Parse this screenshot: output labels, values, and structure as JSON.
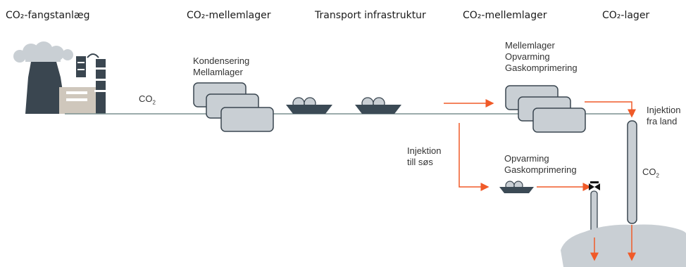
{
  "headers": [
    {
      "key": "capture",
      "text": "CO₂-fangstanlæg"
    },
    {
      "key": "interim1",
      "text": "CO₂-mellemlager"
    },
    {
      "key": "transport",
      "text": "Transport infrastruktur"
    },
    {
      "key": "interim2",
      "text": "CO₂-mellemlager"
    },
    {
      "key": "storage",
      "text": "CO₂-lager"
    }
  ],
  "labels": {
    "condense_1": "Kondensering",
    "condense_2": "Mellamlager",
    "interim_1": "Mellemlager",
    "interim_2": "Opvarming",
    "interim_3": "Gaskomprimering",
    "sea_1": "Injektion",
    "sea_2": "till søs",
    "ship_1": "Opvarming",
    "ship_2": "Gaskomprimering",
    "land_1": "Injektion",
    "land_2": "fra land",
    "co2_main": "CO",
    "co2_sub": "2"
  },
  "colors": {
    "arrow": "#f05a28",
    "pipe": "#7a8f8f",
    "tank_fill": "#c9cfd4",
    "tank_stroke": "#3a4650",
    "ship": "#3b4a55",
    "factory_dark": "#3a4650",
    "factory_beige": "#cfc7bc",
    "smoke": "#c9cfd4",
    "ground": "#c9cfd4"
  }
}
